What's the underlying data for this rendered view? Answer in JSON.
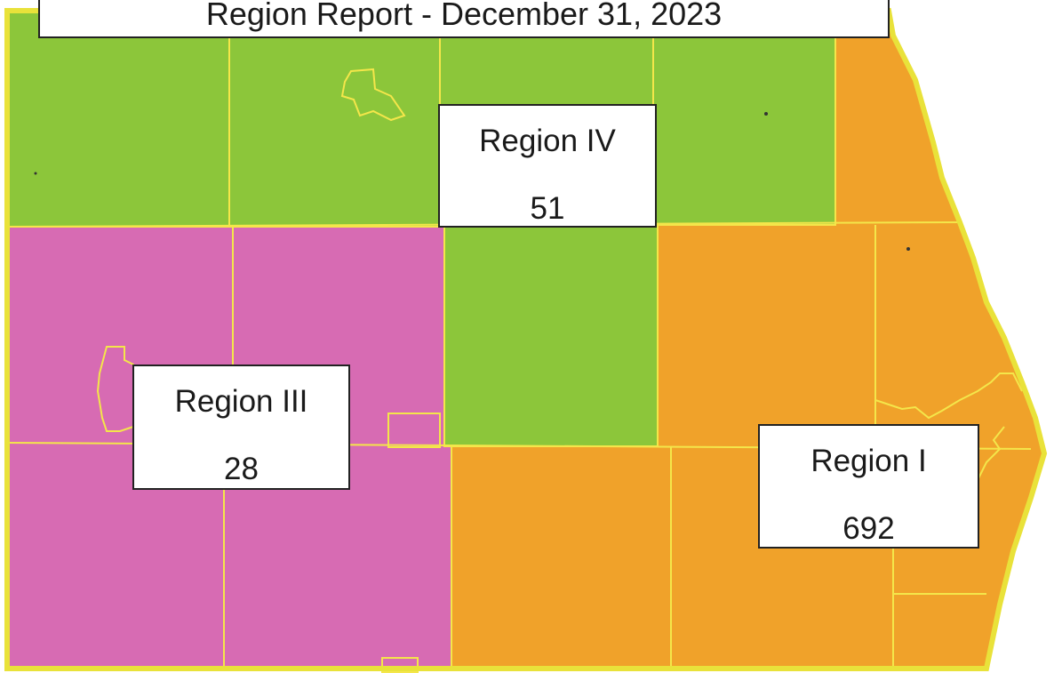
{
  "title": "Region Report - December 31, 2023",
  "colors": {
    "region_i": "#f0a22a",
    "region_iii": "#d76bb3",
    "region_iv": "#8cc63a",
    "boundary": "#f4e64a",
    "frame": "#e9e23a"
  },
  "regions": [
    {
      "name": "Region IV",
      "count": "51"
    },
    {
      "name": "Region III",
      "count": "28"
    },
    {
      "name": "Region I",
      "count": "692"
    }
  ]
}
